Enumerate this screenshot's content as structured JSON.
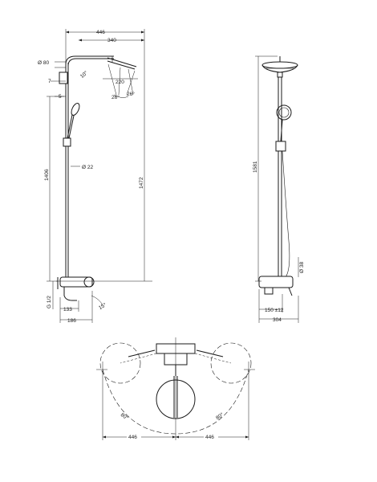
{
  "dimensions": {
    "front_width_total": "446",
    "head_arm": "340",
    "head_diameter": "Ø 80",
    "arm_angle": "10°",
    "head_width": "220",
    "spray_angle_a": "26°",
    "spray_angle_b": "26°",
    "wall_offset_7": "7",
    "bracket_5": "5",
    "pipe_diameter": "Ø 22",
    "height_1406": "1406",
    "height_1472": "1472",
    "thread": "G 1/2",
    "outlet_133": "133",
    "tilt_angle": "15°",
    "bottom_186": "186",
    "side_height": "1581",
    "side_diameter": "Ø 38",
    "side_depth_150": "150 ±12",
    "side_depth_304": "304",
    "swivel_left": "80°",
    "swivel_right": "80°",
    "plan_left": "446",
    "plan_right": "446"
  }
}
